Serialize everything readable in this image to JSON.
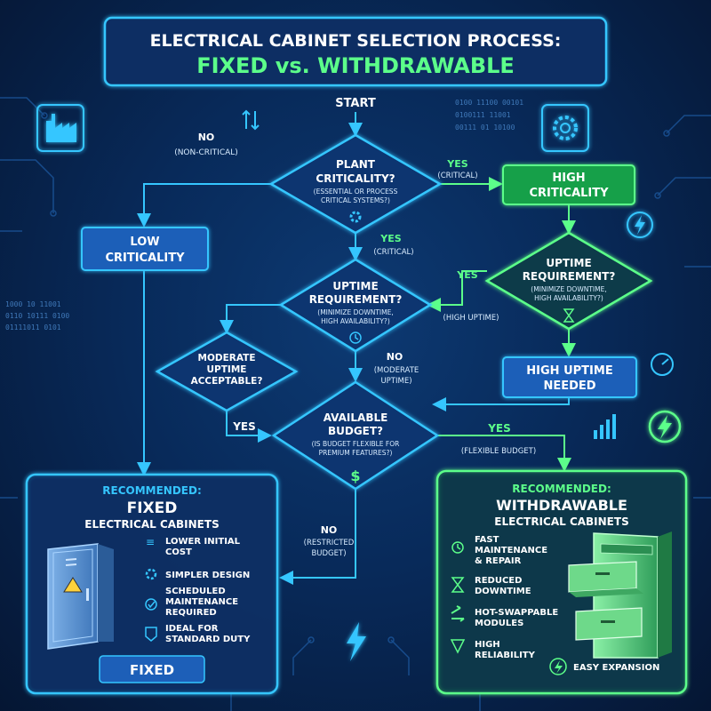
{
  "title": {
    "line1": "ELECTRICAL CABINET SELECTION PROCESS:",
    "line2": "FIXED vs. WITHDRAWABLE"
  },
  "start": "START",
  "decisions": {
    "plant_criticality": {
      "l1": "PLANT",
      "l2": "CRITICALITY?",
      "s1": "(ESSENTIAL OR PROCESS",
      "s2": "CRITICAL SYSTEMS?)"
    },
    "uptime_center": {
      "l1": "UPTIME",
      "l2": "REQUIREMENT?",
      "s1": "(MINIMIZE DOWNTIME,",
      "s2": "HIGH AVAILABILITY?)"
    },
    "uptime_right": {
      "l1": "UPTIME",
      "l2": "REQUIREMENT?",
      "s1": "(MINIMIZE DOWNTIME,",
      "s2": "HIGH AVAILABILITY?)"
    },
    "moderate_uptime": {
      "l1": "MODERATE",
      "l2": "UPTIME",
      "l3": "ACCEPTABLE?"
    },
    "budget": {
      "l1": "AVAILABLE",
      "l2": "BUDGET?",
      "s1": "(IS BUDGET FLEXIBLE FOR",
      "s2": "PREMIUM FEATURES?)",
      "symbol": "$"
    }
  },
  "boxes": {
    "low_criticality": {
      "l1": "LOW",
      "l2": "CRITICALITY"
    },
    "high_criticality": {
      "l1": "HIGH",
      "l2": "CRITICALITY"
    },
    "high_uptime_needed": {
      "l1": "HIGH UPTIME",
      "l2": "NEEDED"
    }
  },
  "edge_labels": {
    "no_noncritical": {
      "a": "NO",
      "b": "(NON-CRITICAL)"
    },
    "yes_critical_right": {
      "a": "YES",
      "b": "(CRITICAL)"
    },
    "yes_critical_down": {
      "a": "YES",
      "b": "(CRITICAL)"
    },
    "yes_high_uptime": {
      "a": "YES",
      "b": "(HIGH UPTIME)"
    },
    "no_moderate_uptime": {
      "a": "NO",
      "b": "(MODERATE",
      "c": "UPTIME)"
    },
    "yes_left": {
      "a": "YES"
    },
    "yes_flexible": {
      "a": "YES",
      "b": "(FLEXIBLE BUDGET)"
    },
    "no_restricted": {
      "a": "NO",
      "b": "(RESTRICTED",
      "c": "BUDGET)"
    }
  },
  "fixed_panel": {
    "recommended": "RECOMMENDED:",
    "title": "FIXED",
    "subtitle": "ELECTRICAL CABINETS",
    "features": [
      {
        "l1": "LOWER INITIAL",
        "l2": "COST"
      },
      {
        "l1": "SIMPLER DESIGN",
        "l2": ""
      },
      {
        "l1": "SCHEDULED",
        "l2": "MAINTENANCE",
        "l3": "REQUIRED"
      },
      {
        "l1": "IDEAL FOR",
        "l2": "STANDARD DUTY"
      }
    ],
    "footer": "FIXED"
  },
  "withdrawable_panel": {
    "recommended": "RECOMMENDED:",
    "title": "WITHDRAWABLE",
    "subtitle": "ELECTRICAL CABINETS",
    "features": [
      {
        "l1": "FAST",
        "l2": "MAINTENANCE",
        "l3": "& REPAIR"
      },
      {
        "l1": "REDUCED",
        "l2": "DOWNTIME"
      },
      {
        "l1": "HOT-SWAPPABLE",
        "l2": "MODULES"
      },
      {
        "l1": "HIGH",
        "l2": "RELIABILITY"
      }
    ],
    "footer": "EASY EXPANSION"
  },
  "binary_text": [
    "0100 11100 00101",
    "0100111 11001",
    "00111 01 10100",
    "1000 10 11001",
    "0110 10111 0100",
    "01111011 0101"
  ],
  "colors": {
    "cyan": "#35c6ff",
    "green": "#5cff8a",
    "blue_box": "#1d5fb8",
    "green_box": "#17a04a"
  }
}
